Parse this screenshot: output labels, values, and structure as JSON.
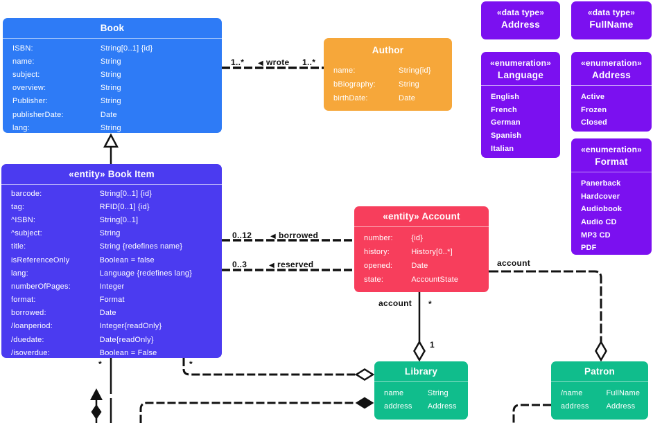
{
  "colors": {
    "book_blue": "#2e7bf6",
    "author_orange": "#f6a73a",
    "bookitem_indigo": "#4b3bf0",
    "account_pink": "#f73e5c",
    "type_purple": "#7b10f0",
    "green": "#10bd8c",
    "edge_black": "#111111"
  },
  "nodes": {
    "book": {
      "title": "Book",
      "attrs": [
        [
          "ISBN:",
          "String[0..1] {id}"
        ],
        [
          "name:",
          "String"
        ],
        [
          "subject:",
          "String"
        ],
        [
          "overview:",
          "String"
        ],
        [
          "Publisher:",
          "String"
        ],
        [
          "publisherDate:",
          "Date"
        ],
        [
          "lang:",
          "String"
        ]
      ]
    },
    "author": {
      "title": "Author",
      "attrs": [
        [
          "name:",
          "String{id}"
        ],
        [
          "bBiography:",
          "String"
        ],
        [
          "birthDate:",
          "Date"
        ]
      ]
    },
    "bookItem": {
      "stereotype": "«entity»",
      "title": "Book Item",
      "attrs": [
        [
          "barcode:",
          "String[0..1] {id}"
        ],
        [
          "tag:",
          "RFID[0..1] {id}"
        ],
        [
          "^ISBN:",
          "String[0..1]"
        ],
        [
          "^subject:",
          "String"
        ],
        [
          "title:",
          "String {redefines name}"
        ],
        [
          "isReferenceOnly",
          "Boolean = false"
        ],
        [
          "lang:",
          "Language {redefines lang}"
        ],
        [
          "numberOfPages:",
          "Integer"
        ],
        [
          "format:",
          "Format"
        ],
        [
          "borrowed:",
          "Date"
        ],
        [
          "/loanperiod:",
          "Integer{readOnly}"
        ],
        [
          "/duedate:",
          "Date{readOnly}"
        ],
        [
          "/isoverdue:",
          "Boolean = False"
        ]
      ]
    },
    "account": {
      "stereotype": "«entity»",
      "title": "Account",
      "attrs": [
        [
          "number:",
          "{id}"
        ],
        [
          "history:",
          "History[0..*]"
        ],
        [
          "opened:",
          "Date"
        ],
        [
          "state:",
          "AccountState"
        ]
      ]
    },
    "library": {
      "title": "Library",
      "attrs": [
        [
          "name",
          "String"
        ],
        [
          "address",
          "Address"
        ]
      ]
    },
    "patron": {
      "title": "Patron",
      "attrs": [
        [
          "/name",
          "FullName"
        ],
        [
          "address",
          "Address"
        ]
      ]
    }
  },
  "types": {
    "addressType": {
      "stereotype": "«data type»",
      "title": "Address"
    },
    "fullNameType": {
      "stereotype": "«data type»",
      "title": "FullName"
    },
    "languageEnum": {
      "stereotype": "«enumeration»",
      "title": "Language",
      "items": [
        "English",
        "French",
        "German",
        "Spanish",
        "Italian"
      ]
    },
    "addressEnum": {
      "stereotype": "«enumeration»",
      "title": "Address",
      "items": [
        "Active",
        "Frozen",
        "Closed"
      ]
    },
    "formatEnum": {
      "stereotype": "«enumeration»",
      "title": "Format",
      "items": [
        "Panerback",
        "Hardcover",
        "Audiobook",
        "Audio CD",
        "MP3 CD",
        "PDF"
      ]
    }
  },
  "edges": {
    "wrote": {
      "label": "wrote",
      "icon": "◀",
      "left_mult": "1..*",
      "right_mult": "1..*"
    },
    "borrowed": {
      "label": "borrowed",
      "icon": "◀",
      "mult": "0..12"
    },
    "reserved": {
      "label": "reserved",
      "icon": "◀",
      "mult": "0..3"
    },
    "account_library": {
      "label": "account",
      "source_mult": "*",
      "target_mult": "1"
    },
    "account_patron": {
      "label": "account"
    },
    "bookitem_library": {
      "mult": "*"
    },
    "bookitem_down": {
      "mult": "*"
    }
  }
}
